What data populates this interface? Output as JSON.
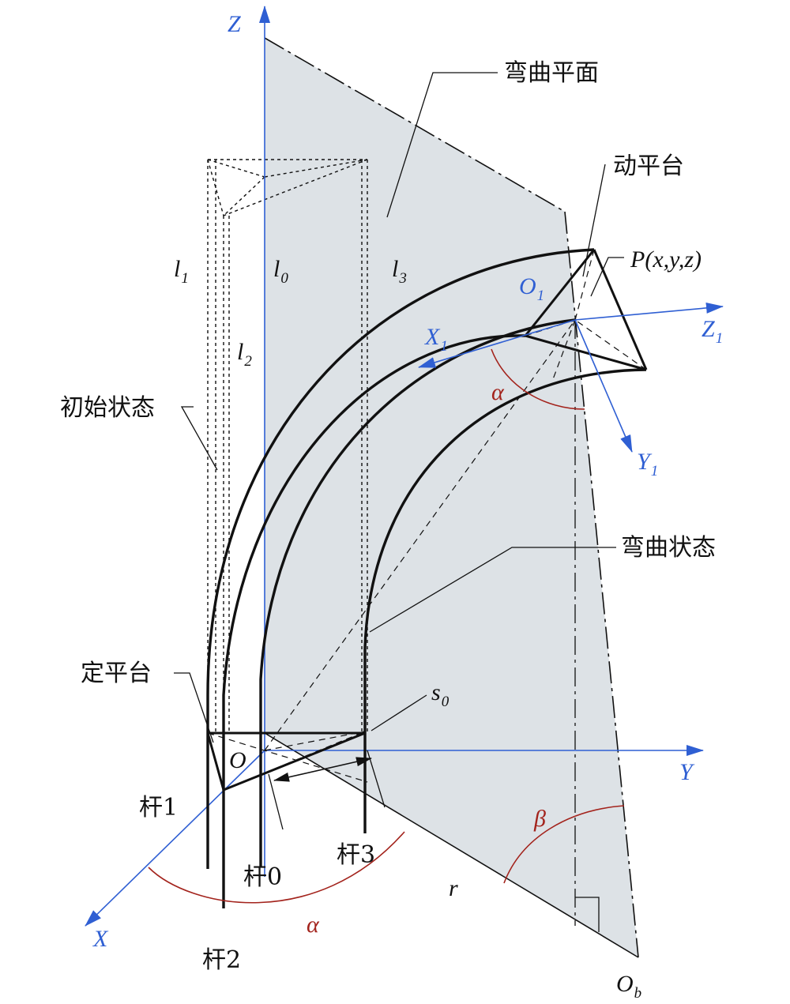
{
  "colors": {
    "plane_fill": "#dde2e6",
    "axis_blue": "#2f5fd3",
    "angle_red": "#a3231c",
    "ink": "#111111"
  },
  "labels": {
    "bending_plane": "弯曲平面",
    "moving_platform": "动平台",
    "initial_state": "初始状态",
    "bending_state": "弯曲状态",
    "fixed_platform": "定平台",
    "rod0": "杆0",
    "rod1": "杆1",
    "rod2": "杆2",
    "rod3": "杆3"
  },
  "symbols": {
    "Z": "Z",
    "Y": "Y",
    "X": "X",
    "O": "O",
    "O1": "O",
    "O1_sub": "1",
    "X1": "X",
    "X1_sub": "1",
    "Y1": "Y",
    "Y1_sub": "1",
    "Z1": "Z",
    "Z1_sub": "1",
    "Ob": "O",
    "Ob_sub": "b",
    "l0": "l",
    "l0_sub": "0",
    "l1": "l",
    "l1_sub": "1",
    "l2": "l",
    "l2_sub": "2",
    "l3": "l",
    "l3_sub": "3",
    "s0": "s",
    "s0_sub": "0",
    "r": "r",
    "alpha": "α",
    "beta": "β",
    "P_label": "P",
    "P_open": "(",
    "P_x": "x",
    "P_c1": ",",
    "P_y": "y",
    "P_c2": ",",
    "P_z": "z",
    "P_close": ")"
  }
}
